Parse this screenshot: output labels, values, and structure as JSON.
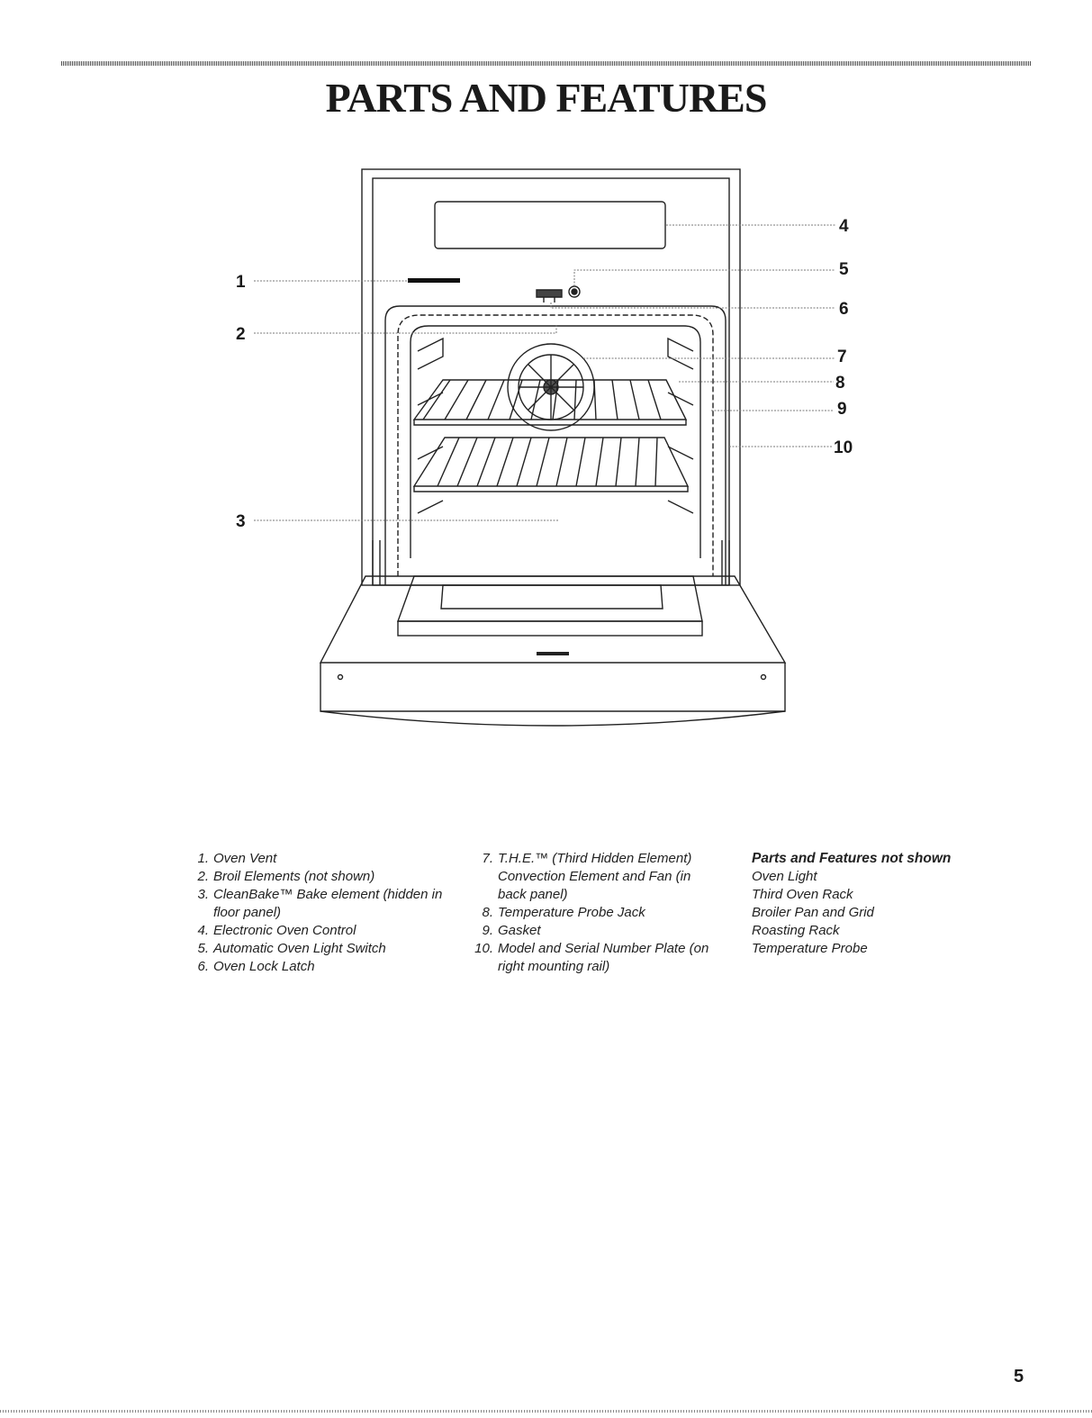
{
  "title": "PARTS AND FEATURES",
  "callouts": [
    "1",
    "2",
    "3",
    "4",
    "5",
    "6",
    "7",
    "8",
    "9",
    "10"
  ],
  "legend_col1": [
    {
      "num": "1.",
      "text": "Oven Vent"
    },
    {
      "num": "2.",
      "text": "Broil Elements (not shown)"
    },
    {
      "num": "3.",
      "text": "CleanBake™ Bake element (hidden in floor panel)"
    },
    {
      "num": "4.",
      "text": "Electronic Oven Control"
    },
    {
      "num": "5.",
      "text": "Automatic Oven Light Switch"
    },
    {
      "num": "6.",
      "text": "Oven Lock Latch"
    }
  ],
  "legend_col2": [
    {
      "num": "7.",
      "text": "T.H.E.™ (Third Hidden Element) Convection Element and Fan (in back panel)"
    },
    {
      "num": "8.",
      "text": "Temperature Probe Jack"
    },
    {
      "num": "9.",
      "text": "Gasket"
    },
    {
      "num": "10.",
      "text": "Model and Serial Number Plate (on right mounting rail)"
    }
  ],
  "not_shown": {
    "heading": "Parts and Features not shown",
    "items": [
      "Oven Light",
      "Third Oven Rack",
      "Broiler Pan and Grid",
      "Roasting Rack",
      "Temperature Probe"
    ]
  },
  "page_number": "5"
}
